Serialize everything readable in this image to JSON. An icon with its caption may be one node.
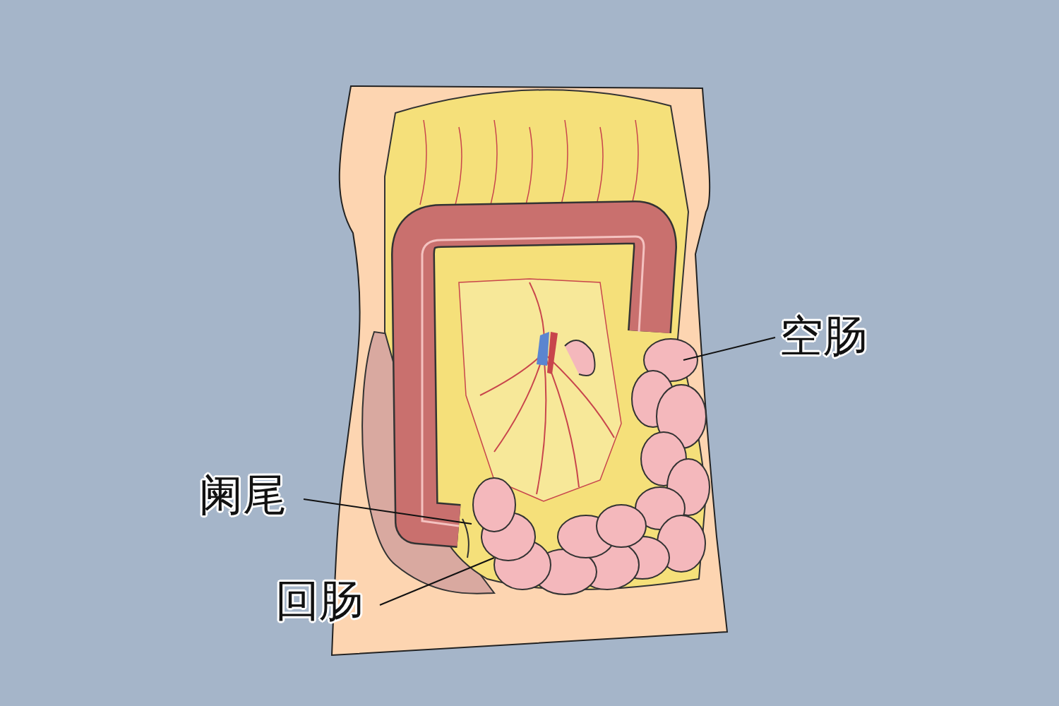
{
  "diagram": {
    "nodes": [
      {
        "text": [
          "空肠"
        ]
      },
      {
        "text": [
          "阑尾"
        ]
      },
      {
        "text": [
          "回肠"
        ]
      }
    ],
    "edges": [
      {
        "from": 0,
        "to": null,
        "arrow": "none"
      },
      {
        "from": 1,
        "to": null,
        "arrow": "none"
      },
      {
        "from": 2,
        "to": null,
        "arrow": "none"
      }
    ]
  }
}
